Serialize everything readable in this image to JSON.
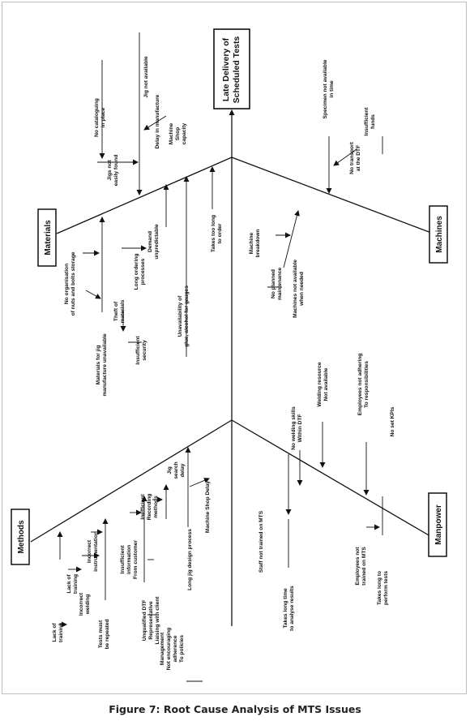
{
  "effect": {
    "line1": "Late Delivery of",
    "line2": "Scheduled Tests"
  },
  "categories": {
    "materials": "Materials",
    "machines": "Machines",
    "methods": "Methods",
    "manpower": "Manpower"
  },
  "causes": {
    "no_catalogue_1": "No cataloguing",
    "no_catalogue_2": "in place",
    "jigs_not_found_1": "Jigs not",
    "jigs_not_found_2": "easily found",
    "jig_not_available": "Jig not available",
    "delay_manufacture": "Delay in manufacture",
    "machine_shop_cap_1": "Machine",
    "machine_shop_cap_2": "Shop",
    "machine_shop_cap_3": "capacity",
    "no_org_1": "No organisation",
    "no_org_2": "of nuts and bolts storage",
    "jig_materials_1": "Materials for jig",
    "jig_materials_2": "manufacture unavailable",
    "theft_1": "Theft of",
    "theft_2": "materials",
    "insuff_security_1": "Insufficient",
    "insuff_security_2": "security",
    "long_ordering_1": "Long ordering",
    "long_ordering_2": "processes",
    "demand_1": "Demand",
    "demand_2": "unpredictable",
    "unavail_glue_1": "Unavailability of",
    "unavail_glue_2": "glue, alcohol for gauges",
    "takes_order_1": "Takes too long",
    "takes_order_2": "to order",
    "specimen_1": "Specimen not available",
    "specimen_2": "in time",
    "no_transport_1": "No transport",
    "no_transport_2": "at the DTF",
    "insuff_funds_1": "Insufficient",
    "insuff_funds_2": "funds",
    "machine_breakdown_1": "Machine",
    "machine_breakdown_2": "breakdown",
    "no_planned_1": "No planned",
    "no_planned_2": "maintenance",
    "machines_na_1": "Machines not available",
    "machines_na_2": "when needed",
    "lack_training_a_1": "Lack of",
    "lack_training_a_2": "training",
    "lack_training_b_1": "Lack of",
    "lack_training_b_2": "training",
    "incorrect_instr_1": "Incorrect",
    "incorrect_instr_2": "instrumentation",
    "incorrect_weld_1": "Incorrect",
    "incorrect_weld_2": "welding",
    "tests_repeated_1": "Tests must",
    "tests_repeated_2": "be repeated",
    "insuff_info_1": "Insufficient",
    "insuff_info_2": "information",
    "insuff_info_3": "From customer",
    "unqualified_1": "Unqualified DTF",
    "unqualified_2": "Representative",
    "unqualified_3": "Liaising with client",
    "management_1": "Management",
    "management_2": "Not encouraging",
    "management_3": "adherence",
    "management_4": "To policies",
    "inefficient_1": "Inefficient",
    "inefficient_2": "Recording",
    "inefficient_3": "methods",
    "jig_search_1": "Jig",
    "jig_search_2": "search",
    "jig_search_3": "delay",
    "long_jig_design": "Long jig design process",
    "machine_shop_delay": "Machine Shop Delay",
    "no_welding_1": "No welding skills",
    "no_welding_2": "Within DTF",
    "welding_res_1": "Welding resource",
    "welding_res_2": "Not available",
    "employees_adhere_1": "Employees not adhering",
    "employees_adhere_2": "To responsibilities",
    "no_kpis": "No set KPIs",
    "staff_not_trained": "Staff not trained on MTS",
    "takes_analyse_1": "Takes long time",
    "takes_analyse_2": "to analyse results",
    "employees_trained_1": "Employees not",
    "employees_trained_2": "trained on MTS",
    "takes_perform_1": "Takes long to",
    "takes_perform_2": "perform tests"
  },
  "caption": "Figure 7: Root Cause Analysis of MTS Issues"
}
